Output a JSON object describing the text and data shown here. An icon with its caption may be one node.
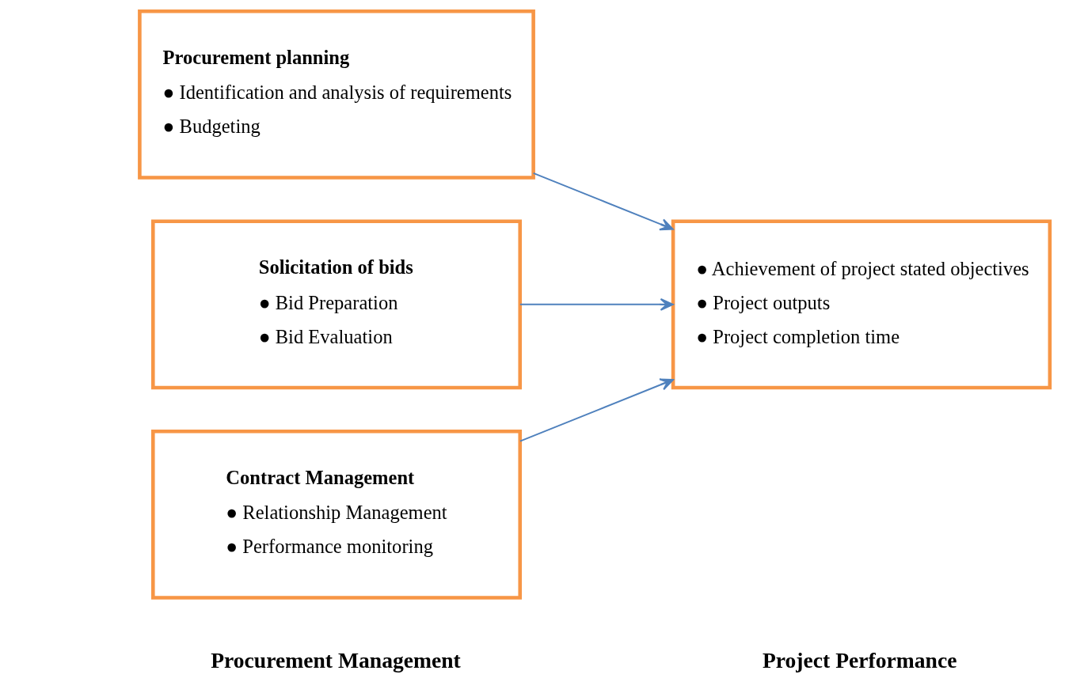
{
  "diagram": {
    "nodes": [
      {
        "text": [
          "Procurement planning",
          "● Identification and analysis of requirements",
          "● Budgeting"
        ]
      },
      {
        "text": [
          "Solicitation of bids",
          "● Bid Preparation",
          "● Bid Evaluation"
        ]
      },
      {
        "text": [
          "Contract Management",
          "● Relationship Management",
          "● Performance monitoring"
        ]
      },
      {
        "text": [
          "● Achievement of project stated objectives",
          "● Project outputs",
          "● Project completion time"
        ]
      }
    ],
    "edges": [
      {
        "from": 0,
        "to": 3,
        "arrow": "to"
      },
      {
        "from": 1,
        "to": 3,
        "arrow": "to"
      },
      {
        "from": 2,
        "to": 3,
        "arrow": "to"
      }
    ],
    "labels": [
      "Procurement Management",
      "Project Performance"
    ]
  }
}
